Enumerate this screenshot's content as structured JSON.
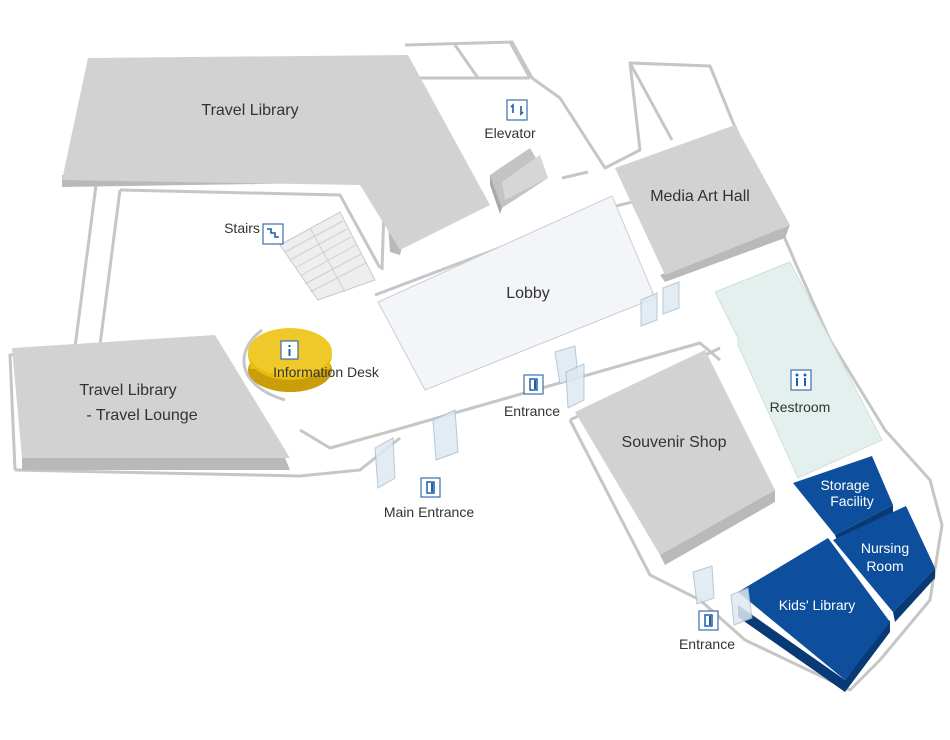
{
  "rooms": {
    "travel_library": "Travel Library",
    "elevator": "Elevator",
    "media_art_hall": "Media Art Hall",
    "stairs": "Stairs",
    "lobby": "Lobby",
    "information_desk": "Information Desk",
    "travel_lounge_line1": "Travel Library",
    "travel_lounge_line2": "- Travel Lounge",
    "restroom": "Restroom",
    "souvenir_shop": "Souvenir Shop",
    "storage_line1": "Storage",
    "storage_line2": "Facility",
    "nursing_line1": "Nursing",
    "nursing_line2": "Room",
    "kids_library": "Kids' Library"
  },
  "entrances": {
    "entrance_center": "Entrance",
    "main_entrance": "Main Entrance",
    "entrance_south": "Entrance"
  },
  "icons": {
    "elevator": "elevator-icon",
    "stairs": "stairs-icon",
    "information": "information-icon",
    "restroom": "restroom-icon",
    "entrance": "door-icon"
  },
  "colors": {
    "room_gray": "#d2d2d2",
    "restroom_tint": "#e4f0ee",
    "kids_area_blue": "#0d4f9c",
    "info_desk_yellow": "#e8bd0e",
    "icon_blue": "#1f5fa8"
  }
}
